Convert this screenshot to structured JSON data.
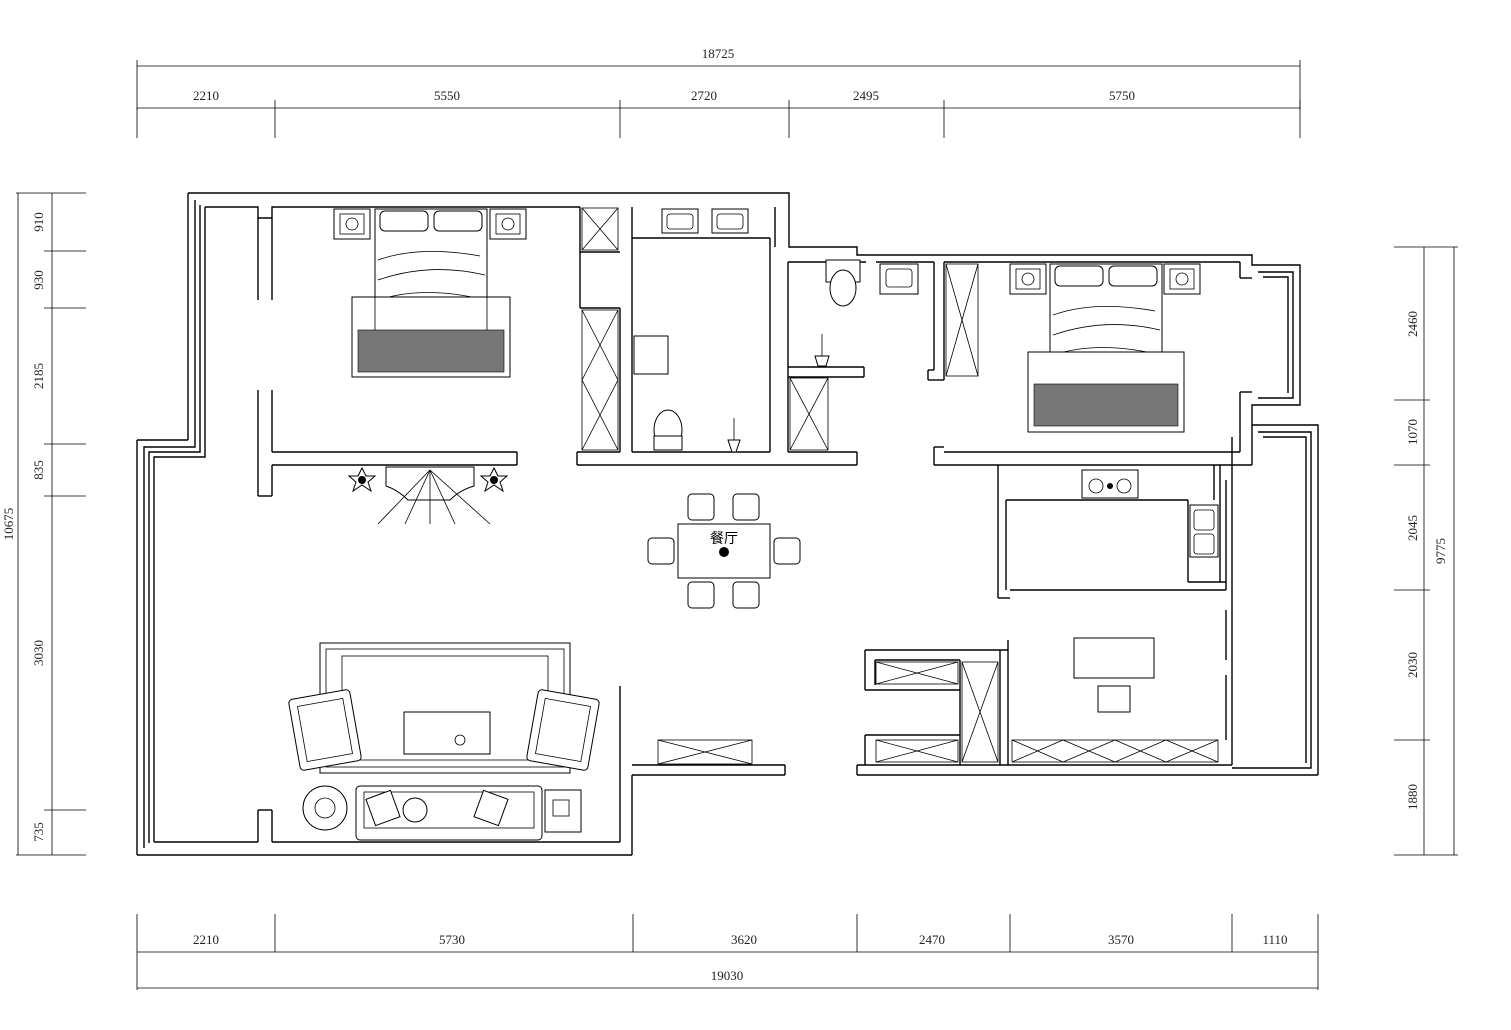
{
  "plan": {
    "room_label_dining": "餐厅"
  },
  "dimensions": {
    "top_total": "18725",
    "top_segments": [
      "2210",
      "5550",
      "2720",
      "2495",
      "5750"
    ],
    "bottom_total": "19030",
    "bottom_segments": [
      "2210",
      "5730",
      "3620",
      "2470",
      "3570",
      "1110"
    ],
    "left_total": "10675",
    "left_segments": [
      "910",
      "930",
      "2185",
      "835",
      "3030",
      "735"
    ],
    "right_total": "9775",
    "right_segments": [
      "2460",
      "1070",
      "2045",
      "2030",
      "1880"
    ]
  }
}
